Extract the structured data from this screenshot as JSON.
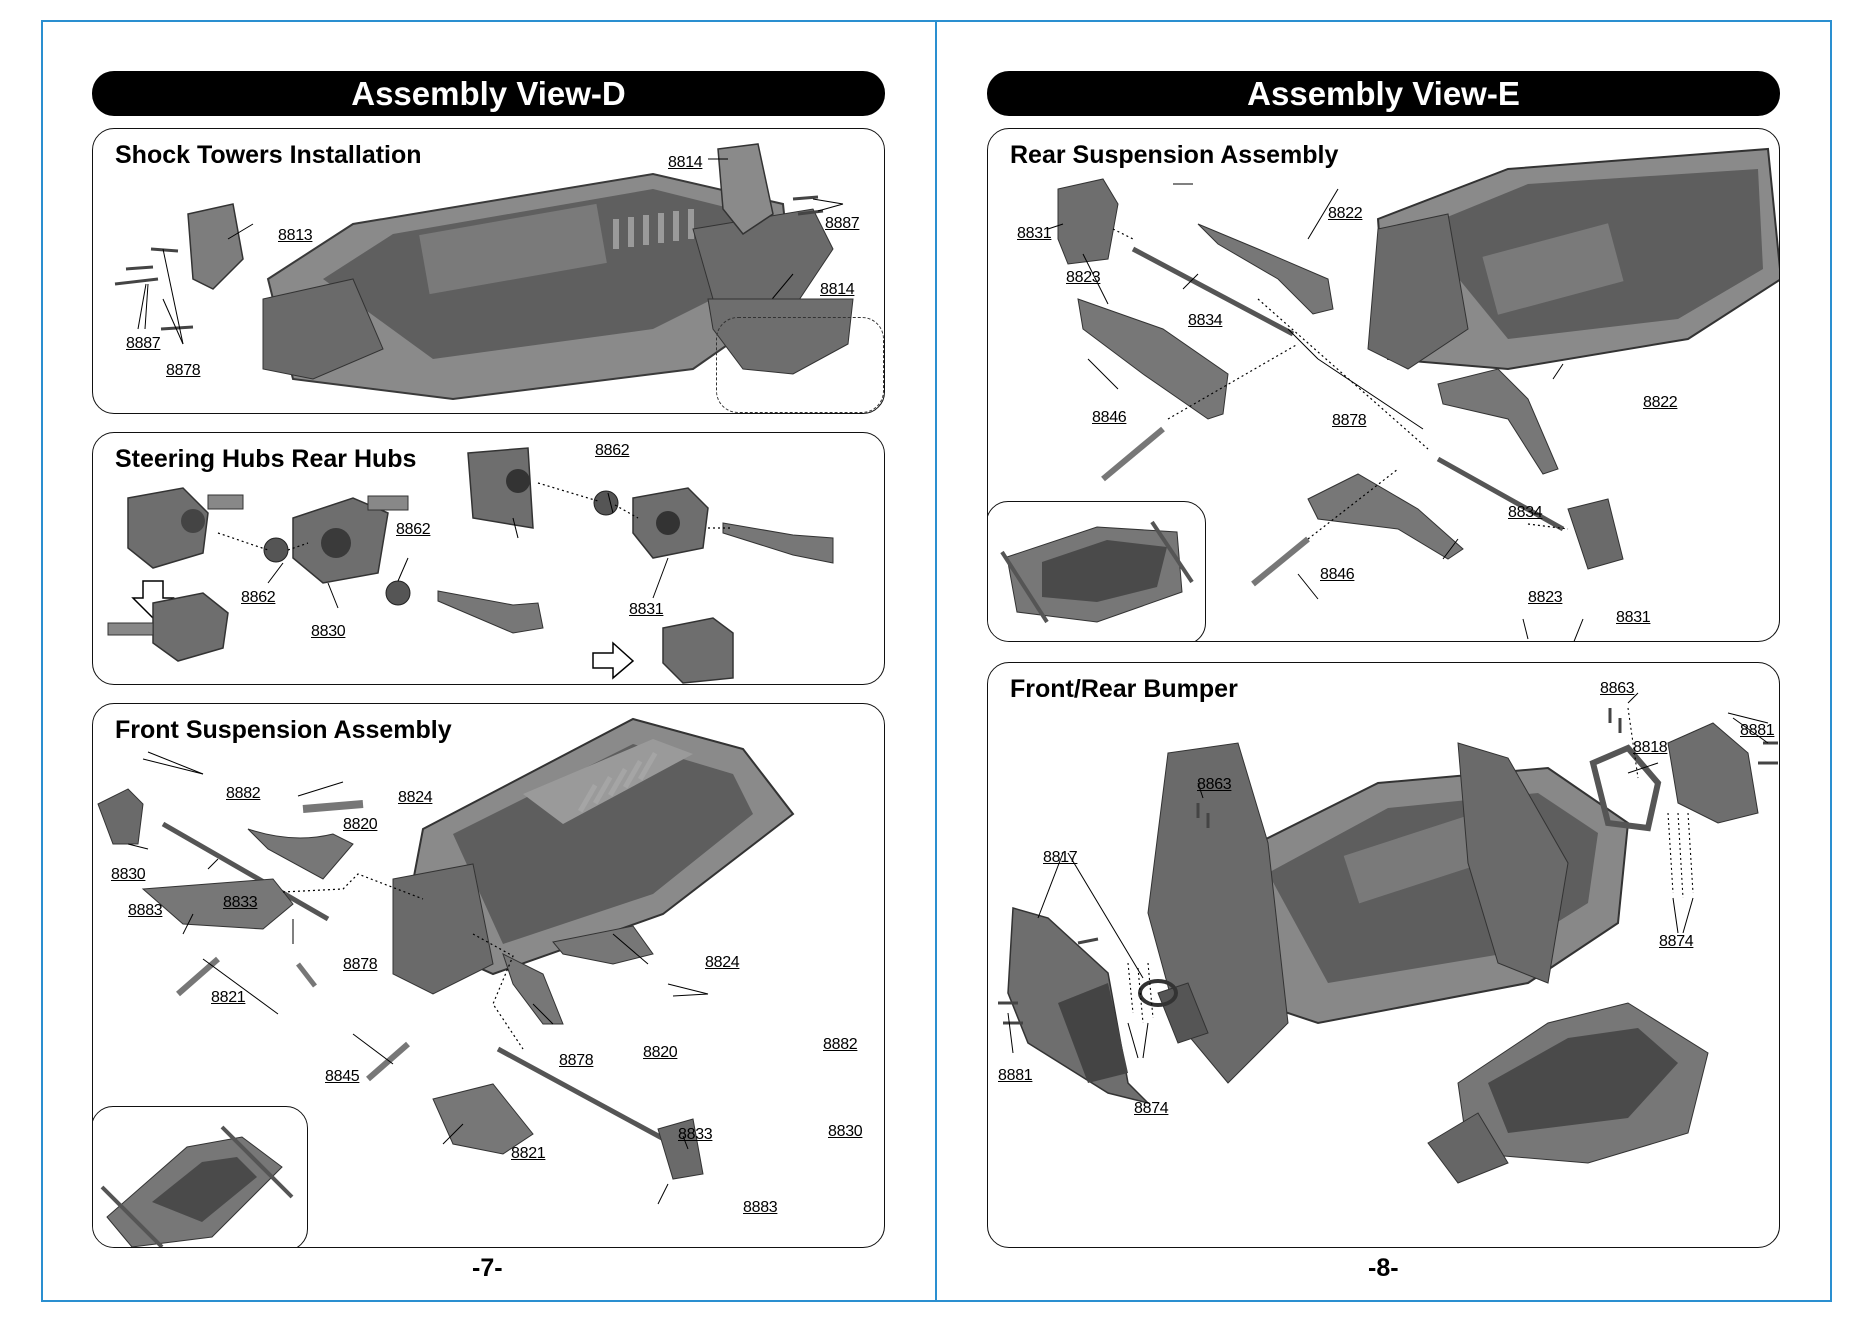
{
  "colors": {
    "frame": "#2a8fd0",
    "banner": "#000000",
    "part": "#6e6e6e",
    "partDark": "#4a4a4a"
  },
  "left": {
    "header": "Assembly View-D",
    "page_number": "-7-",
    "shock": {
      "title": "Shock Towers Installation",
      "labels": {
        "a": "8814",
        "b": "8887",
        "c": "8813",
        "d": "8814",
        "e": "8887",
        "f": "8878"
      }
    },
    "hubs": {
      "title": "Steering Hubs Rear Hubs",
      "labels": {
        "a": "8862",
        "b": "8862",
        "c": "8862",
        "d": "8830",
        "e": "8831"
      }
    },
    "front": {
      "title": "Front Suspension Assembly",
      "labels": {
        "a": "8882",
        "b": "8824",
        "c": "8820",
        "d": "8830",
        "e": "8833",
        "f": "8883",
        "g": "8878",
        "h": "8821",
        "i": "8824",
        "j": "8882",
        "k": "8820",
        "l": "8878",
        "m": "8845",
        "n": "8833",
        "o": "8830",
        "p": "8821",
        "q": "8883"
      }
    }
  },
  "right": {
    "header": "Assembly View-E",
    "page_number": "-8-",
    "rear": {
      "title": "Rear Suspension Assembly",
      "labels": {
        "a": "8831",
        "b": "8822",
        "c": "8823",
        "d": "8834",
        "e": "8846",
        "f": "8878",
        "g": "8822",
        "h": "8834",
        "i": "8846",
        "j": "8823",
        "k": "8831"
      }
    },
    "bumper": {
      "title": "Front/Rear Bumper",
      "labels": {
        "a": "8863",
        "b": "8881",
        "c": "8818",
        "d": "8863",
        "e": "8817",
        "f": "8874",
        "g": "8881",
        "h": "8874"
      }
    }
  }
}
